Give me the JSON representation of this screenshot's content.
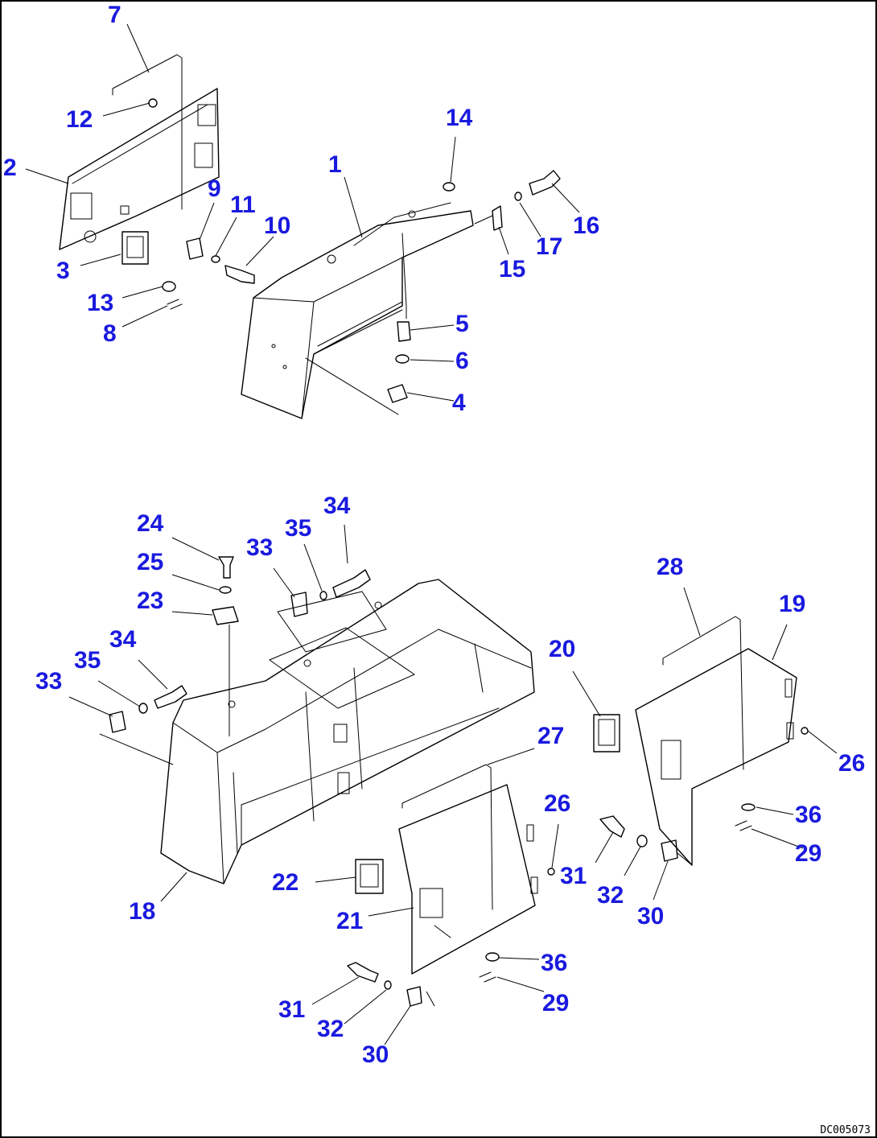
{
  "diagram": {
    "drawing_id": "DC005073",
    "callout_color": "#1a1adf",
    "line_color": "#000000",
    "callouts": [
      {
        "id": "c7",
        "label": "7"
      },
      {
        "id": "c12",
        "label": "12"
      },
      {
        "id": "c2",
        "label": "2"
      },
      {
        "id": "c9",
        "label": "9"
      },
      {
        "id": "c11",
        "label": "11"
      },
      {
        "id": "c10",
        "label": "10"
      },
      {
        "id": "c3",
        "label": "3"
      },
      {
        "id": "c13",
        "label": "13"
      },
      {
        "id": "c8",
        "label": "8"
      },
      {
        "id": "c14",
        "label": "14"
      },
      {
        "id": "c1",
        "label": "1"
      },
      {
        "id": "c16",
        "label": "16"
      },
      {
        "id": "c17",
        "label": "17"
      },
      {
        "id": "c15",
        "label": "15"
      },
      {
        "id": "c5",
        "label": "5"
      },
      {
        "id": "c6",
        "label": "6"
      },
      {
        "id": "c4",
        "label": "4"
      },
      {
        "id": "c24",
        "label": "24"
      },
      {
        "id": "c25",
        "label": "25"
      },
      {
        "id": "c23",
        "label": "23"
      },
      {
        "id": "c33a",
        "label": "33"
      },
      {
        "id": "c35a",
        "label": "35"
      },
      {
        "id": "c34a",
        "label": "34"
      },
      {
        "id": "c34b",
        "label": "34"
      },
      {
        "id": "c35b",
        "label": "35"
      },
      {
        "id": "c33b",
        "label": "33"
      },
      {
        "id": "c28",
        "label": "28"
      },
      {
        "id": "c19",
        "label": "19"
      },
      {
        "id": "c20",
        "label": "20"
      },
      {
        "id": "c27",
        "label": "27"
      },
      {
        "id": "c26a",
        "label": "26"
      },
      {
        "id": "c26b",
        "label": "26"
      },
      {
        "id": "c36a",
        "label": "36"
      },
      {
        "id": "c29a",
        "label": "29"
      },
      {
        "id": "c31a",
        "label": "31"
      },
      {
        "id": "c32a",
        "label": "32"
      },
      {
        "id": "c30a",
        "label": "30"
      },
      {
        "id": "c22",
        "label": "22"
      },
      {
        "id": "c18",
        "label": "18"
      },
      {
        "id": "c21",
        "label": "21"
      },
      {
        "id": "c36b",
        "label": "36"
      },
      {
        "id": "c29b",
        "label": "29"
      },
      {
        "id": "c31b",
        "label": "31"
      },
      {
        "id": "c32b",
        "label": "32"
      },
      {
        "id": "c30b",
        "label": "30"
      }
    ]
  }
}
